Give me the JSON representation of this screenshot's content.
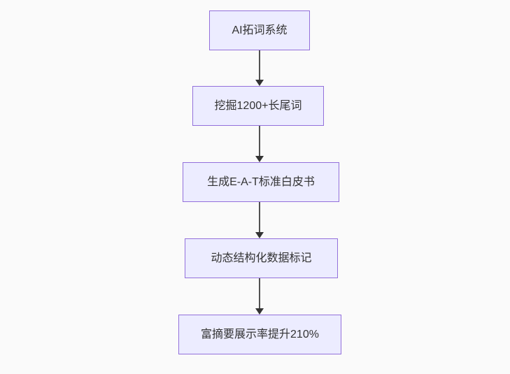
{
  "colors": {
    "bg": "#fafafa",
    "node-fill": "#ECECFF",
    "node-border": "#9370DB",
    "text": "#333333",
    "arrow": "#333333"
  },
  "flowchart": {
    "direction": "top-down",
    "nodes": [
      {
        "id": "A",
        "label": "AI拓词系统"
      },
      {
        "id": "B",
        "label": "挖掘1200+长尾词"
      },
      {
        "id": "C",
        "label": "生成E-A-T标准白皮书"
      },
      {
        "id": "D",
        "label": "动态结构化数据标记"
      },
      {
        "id": "E",
        "label": "富摘要展示率提升210%"
      }
    ],
    "edges": [
      {
        "from": "A",
        "to": "B"
      },
      {
        "from": "B",
        "to": "C"
      },
      {
        "from": "C",
        "to": "D"
      },
      {
        "from": "D",
        "to": "E"
      }
    ]
  }
}
